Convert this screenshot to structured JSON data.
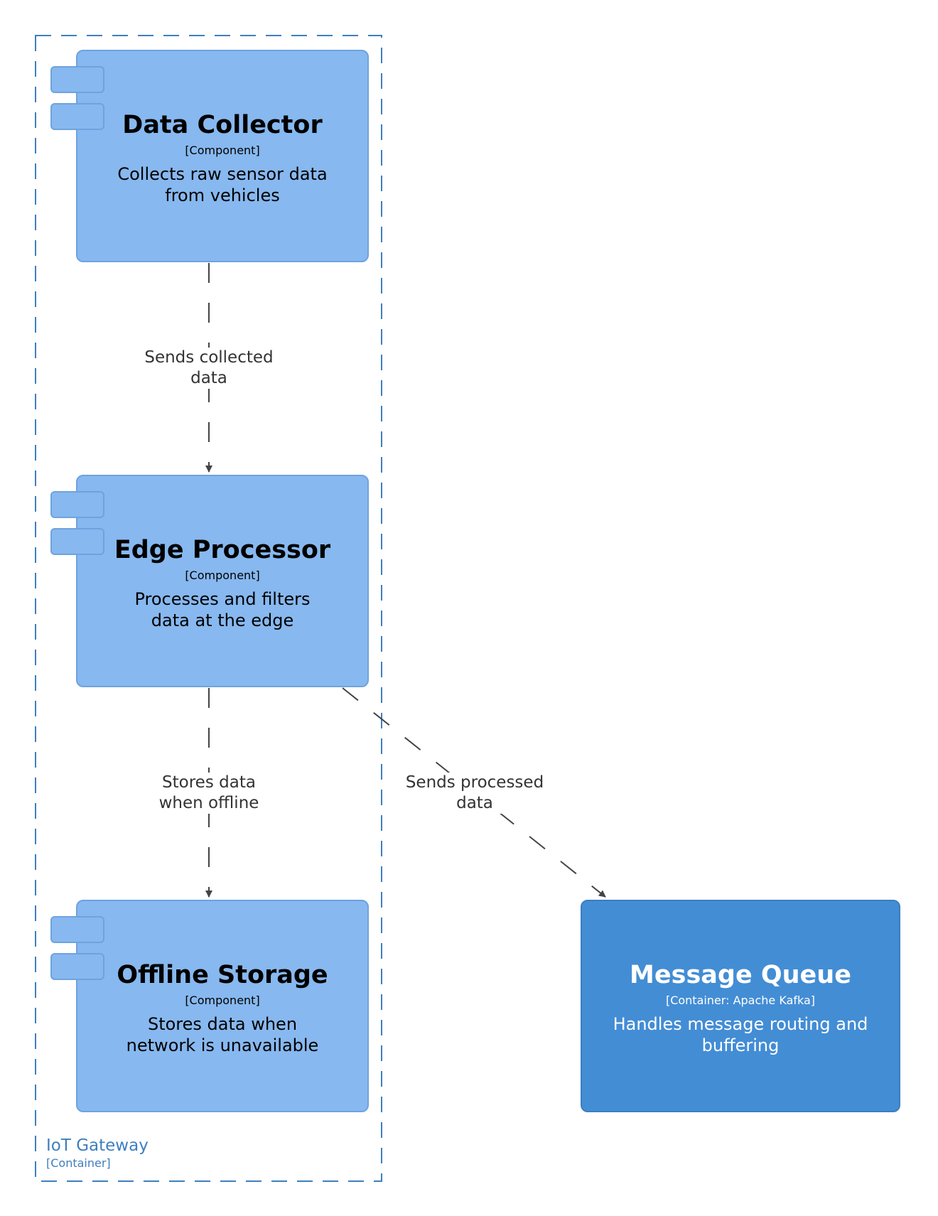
{
  "boundary": {
    "name": "IoT Gateway",
    "type": "[Container]",
    "color": "#3f7fbf"
  },
  "nodes": {
    "data_collector": {
      "title": "Data Collector",
      "type": "[Component]",
      "description": "Collects raw sensor data from vehicles"
    },
    "edge_processor": {
      "title": "Edge Processor",
      "type": "[Component]",
      "description": "Processes and filters data at the edge"
    },
    "offline_storage": {
      "title": "Offline Storage",
      "type": "[Component]",
      "description": "Stores data when network is unavailable"
    },
    "message_queue": {
      "title": "Message Queue",
      "type": "[Container: Apache Kafka]",
      "description": "Handles message routing and buffering"
    }
  },
  "edges": {
    "collector_to_processor": {
      "label": "Sends collected data"
    },
    "processor_to_storage": {
      "label": "Stores data when offline"
    },
    "processor_to_queue": {
      "label": "Sends processed data"
    }
  },
  "colors": {
    "component_fill": "#87b8ef",
    "component_border": "#6ea3de",
    "container_fill": "#438dd5",
    "edge": "#444444"
  }
}
